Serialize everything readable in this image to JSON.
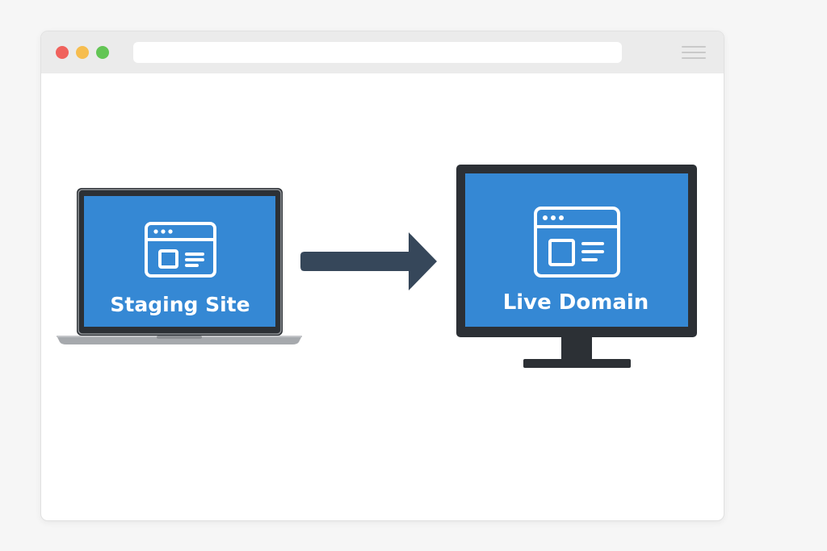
{
  "window": {
    "traffic_lights": {
      "close_color": "#f0625d",
      "minimize_color": "#f6bd4f",
      "zoom_color": "#63c555"
    },
    "address_bar_text": "",
    "menu_icon": "hamburger-menu-icon"
  },
  "diagram": {
    "source": {
      "label": "Staging Site",
      "device": "laptop",
      "icon": "browser-window-icon"
    },
    "arrow": {
      "icon": "right-arrow-icon",
      "direction": "right"
    },
    "target": {
      "label": "Live Domain",
      "device": "desktop-monitor",
      "icon": "browser-window-icon"
    }
  },
  "colors": {
    "screen_blue": "#3588d4",
    "bezel_dark": "#2c3035",
    "arrow_slate": "#36475a",
    "laptop_base": "#a6a9ad",
    "icon_white": "#ffffff"
  }
}
